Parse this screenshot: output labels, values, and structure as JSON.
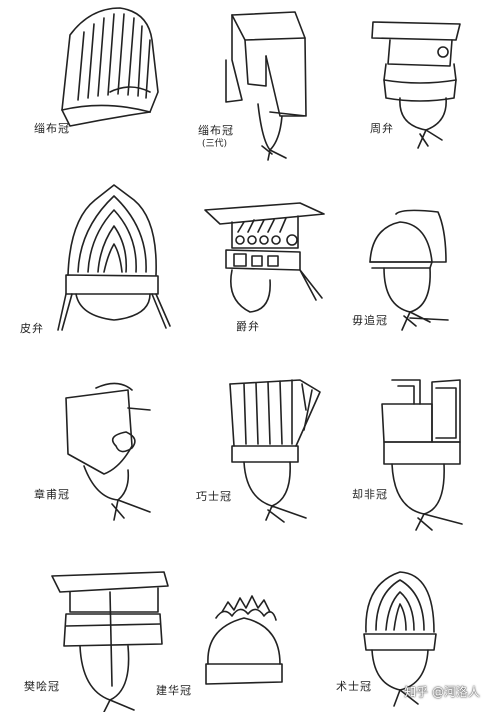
{
  "labels": {
    "r1c1": "缁布冠",
    "r1c2": "缁布冠",
    "r1c2_sub": "(三代)",
    "r1c3": "周弁",
    "r2c1": "皮弁",
    "r2c2": "爵弁",
    "r2c3": "毋追冠",
    "r3c1": "章甫冠",
    "r3c2": "巧士冠",
    "r3c3": "却非冠",
    "r4c1": "樊哙冠",
    "r4c2": "建华冠",
    "r4c3": "术士冠"
  },
  "watermark": "知乎 @河洛人",
  "colors": {
    "ink": "#222222",
    "paper": "#ffffff"
  }
}
